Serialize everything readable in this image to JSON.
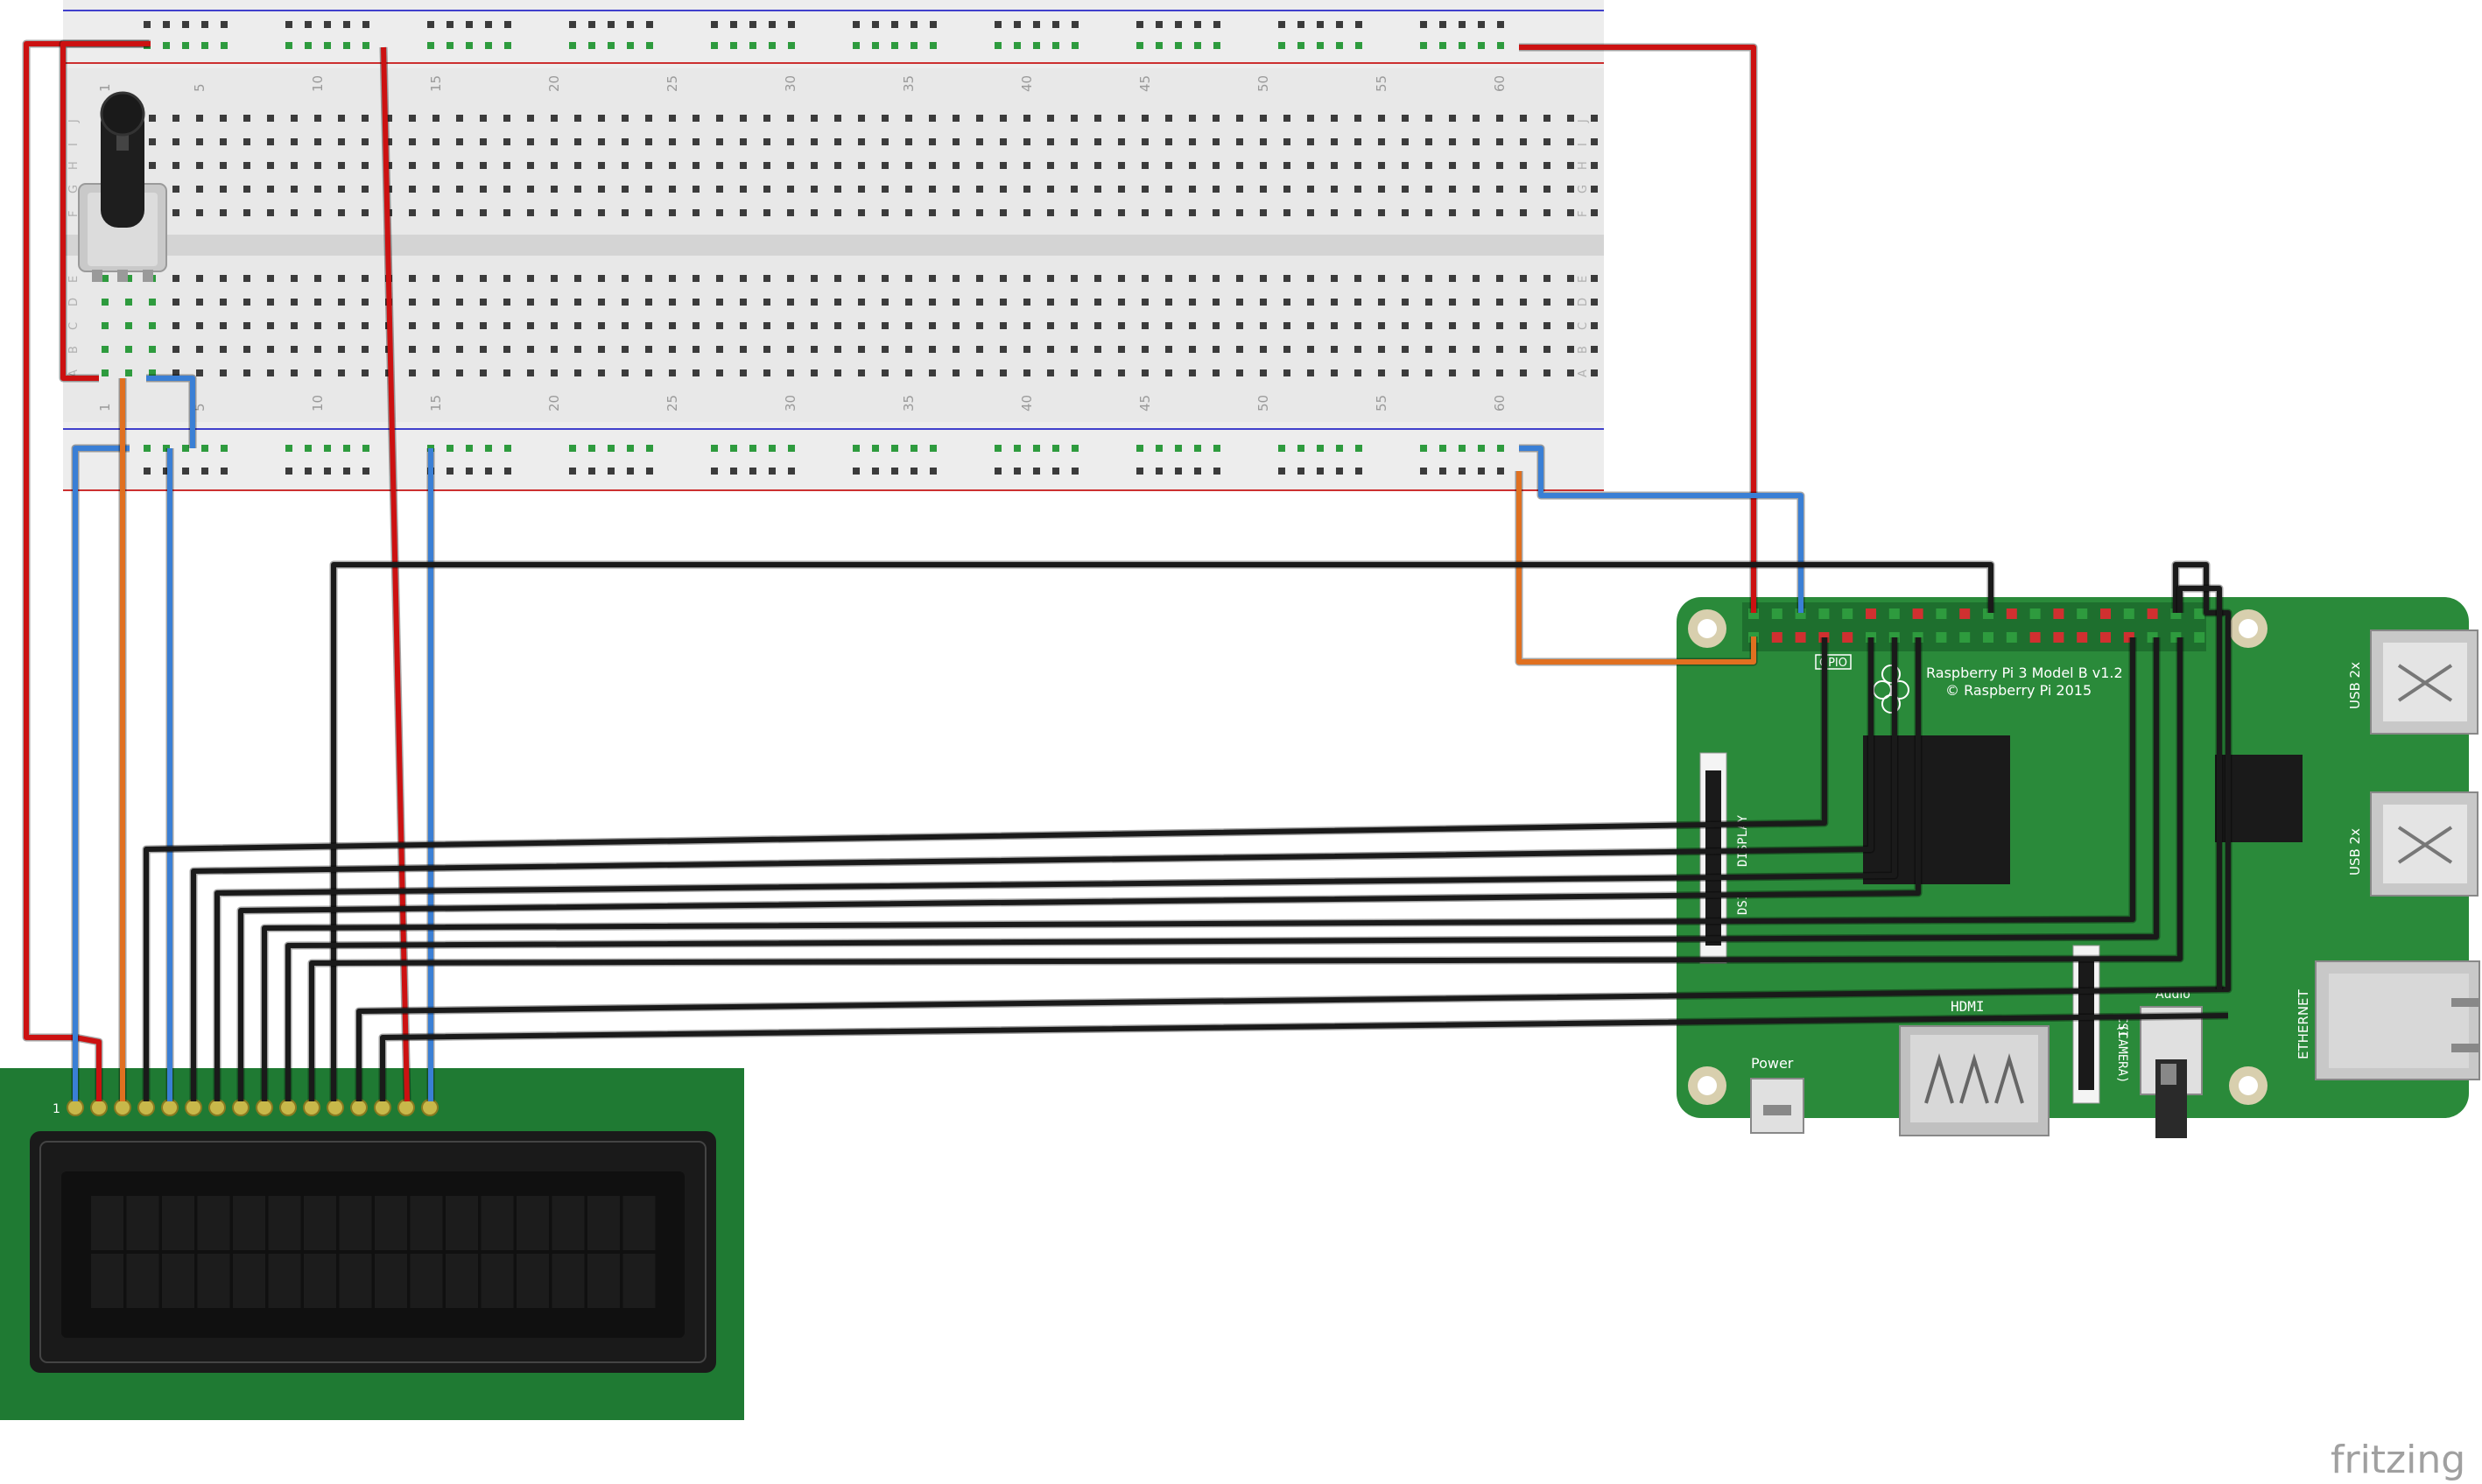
{
  "breadboard": {
    "column_numbers": [
      "1",
      "5",
      "10",
      "15",
      "20",
      "25",
      "30",
      "35",
      "40",
      "45",
      "50",
      "55",
      "60"
    ],
    "row_letters_top": [
      "J",
      "I",
      "H",
      "G",
      "F"
    ],
    "row_letters_bottom": [
      "E",
      "D",
      "C",
      "B",
      "A"
    ]
  },
  "raspberry_pi": {
    "model_label": "Raspberry Pi 3 Model B v1.2",
    "copyright_label": "© Raspberry Pi 2015",
    "gpio_label": "GPIO",
    "display_label": "DISPLAY",
    "dsi_label": "DSI",
    "camera_label": "(CAMERA)",
    "csi_label": "CSI",
    "audio_label": "Audio",
    "hdmi_label": "HDMI",
    "power_label": "Power",
    "usb_label_1": "USB 2x",
    "usb_label_2": "USB 2x",
    "ethernet_label": "ETHERNET"
  },
  "lcd": {
    "pin1_label": "1"
  },
  "colors": {
    "wire_red": "#cc1111",
    "wire_blue": "#3a7fd5",
    "wire_orange": "#e07020",
    "wire_black": "#1a1a1a",
    "pi_board": "#2a8a3a",
    "lcd_board": "#1f7a33"
  },
  "brand": "fritzing"
}
